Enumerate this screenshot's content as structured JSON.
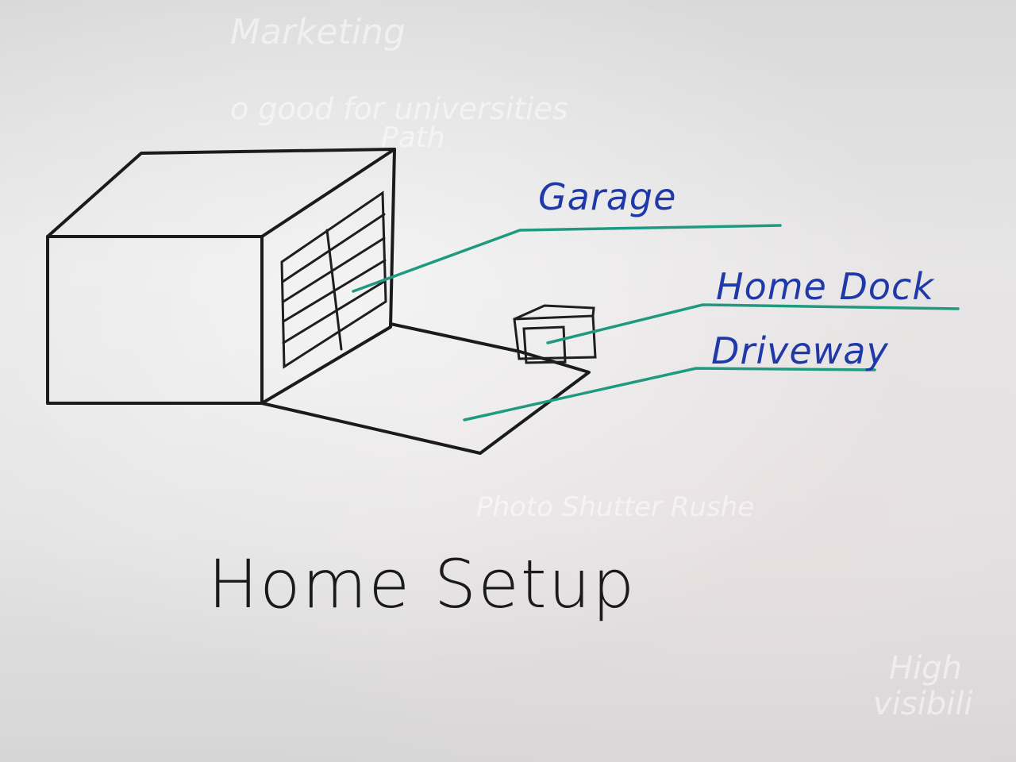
{
  "diagram": {
    "title": "Home Setup",
    "labels": {
      "garage": "Garage",
      "home_dock": "Home Dock",
      "driveway": "Driveway"
    }
  },
  "ink_colors": {
    "drawing": "#1b1b1b",
    "leader_lines": "#1f9a80",
    "label_text": "#1f3aa8"
  }
}
